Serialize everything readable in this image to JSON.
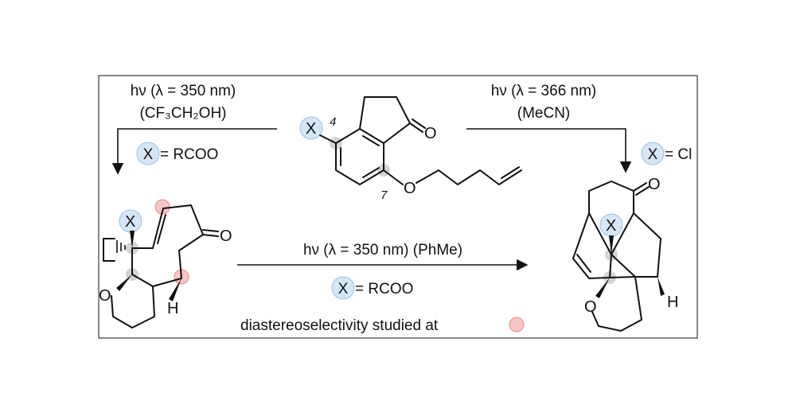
{
  "labels": {
    "cond_left_line1": "hν (λ = 350 nm)",
    "cond_left_line2": "(CF₃CH₂OH)",
    "cond_right_line1": "hν (λ = 366 nm)",
    "cond_right_line2": "(MeCN)",
    "cond_bottom": "hν (λ = 350 nm) (PhMe)",
    "x_left": "X",
    "x_left_eq": "= RCOO",
    "x_right": "X",
    "x_right_eq": "= Cl",
    "x_bottom": "X",
    "x_bottom_eq": "= RCOO",
    "legend_text": "diastereoselectivity studied at"
  },
  "atoms": {
    "X": "X",
    "O": "O",
    "H": "H",
    "pos4": "4",
    "pos7": "7"
  },
  "colors": {
    "blue_fill": "#d6e6f6",
    "blue_stroke": "#9cc0e6",
    "red_fill": "#f8c6c6",
    "red_stroke": "#e58a8a",
    "gray_fill": "#d4d4d4"
  }
}
